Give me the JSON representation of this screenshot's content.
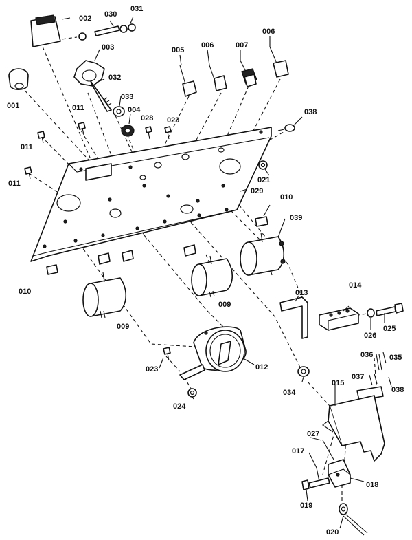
{
  "labels": {
    "p001": "001",
    "p002": "002",
    "p003": "003",
    "p004": "004",
    "p005": "005",
    "p006a": "006",
    "p006b": "006",
    "p007": "007",
    "p009a": "009",
    "p009b": "009",
    "p010a": "010",
    "p010b": "010",
    "p011a": "011",
    "p011b": "011",
    "p011c": "011",
    "p012": "012",
    "p013": "013",
    "p014": "014",
    "p015": "015",
    "p017": "017",
    "p018": "018",
    "p019": "019",
    "p020": "020",
    "p021": "021",
    "p023a": "023",
    "p023b": "023",
    "p024": "024",
    "p025": "025",
    "p026": "026",
    "p027": "027",
    "p028": "028",
    "p029": "029",
    "p030": "030",
    "p031": "031",
    "p032": "032",
    "p033": "033",
    "p034": "034",
    "p035": "035",
    "p036": "036",
    "p037": "037",
    "p038a": "038",
    "p038b": "038",
    "p039": "039"
  }
}
